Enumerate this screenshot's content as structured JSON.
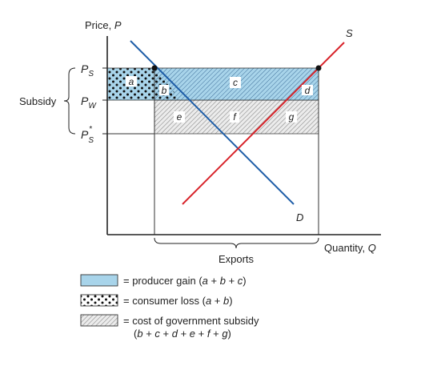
{
  "axes": {
    "y_label": "Price,",
    "y_var": "P",
    "x_label": "Quantity,",
    "x_var": "Q"
  },
  "price_levels": {
    "ps": {
      "main": "P",
      "sub": "S"
    },
    "pw": {
      "main": "P",
      "sub": "W"
    },
    "ps_star": {
      "main": "P",
      "sub": "S",
      "sup": "*"
    }
  },
  "curves": {
    "supply": "S",
    "demand": "D"
  },
  "brace_labels": {
    "subsidy": "Subsidy",
    "exports": "Exports"
  },
  "areas": {
    "a": "a",
    "b": "b",
    "c": "c",
    "d": "d",
    "e": "e",
    "f": "f",
    "g": "g"
  },
  "legend": {
    "producer_gain": {
      "prefix": "= producer gain (",
      "formula": [
        {
          "t": "a",
          "i": true
        },
        {
          "t": " + ",
          "i": false
        },
        {
          "t": "b",
          "i": true
        },
        {
          "t": " + ",
          "i": false
        },
        {
          "t": "c",
          "i": true
        }
      ],
      "suffix": ")"
    },
    "consumer_loss": {
      "prefix": "= consumer loss (",
      "formula": [
        {
          "t": "a",
          "i": true
        },
        {
          "t": " + ",
          "i": false
        },
        {
          "t": "b",
          "i": true
        }
      ],
      "suffix": ")"
    },
    "gov_cost": {
      "line1": "= cost of government subsidy",
      "open": "(",
      "formula": [
        {
          "t": "b",
          "i": true
        },
        {
          "t": " + ",
          "i": false
        },
        {
          "t": "c",
          "i": true
        },
        {
          "t": " + ",
          "i": false
        },
        {
          "t": "d",
          "i": true
        },
        {
          "t": " + ",
          "i": false
        },
        {
          "t": "e",
          "i": true
        },
        {
          "t": " + ",
          "i": false
        },
        {
          "t": "f",
          "i": true
        },
        {
          "t": " + ",
          "i": false
        },
        {
          "t": "g",
          "i": true
        }
      ],
      "close": ")"
    }
  },
  "colors": {
    "producer_fill": "#a8d4ea",
    "supply_line": "#d8232a",
    "demand_line": "#1f5ea8",
    "hatch": "#8a8a8a",
    "axis": "#222222"
  }
}
